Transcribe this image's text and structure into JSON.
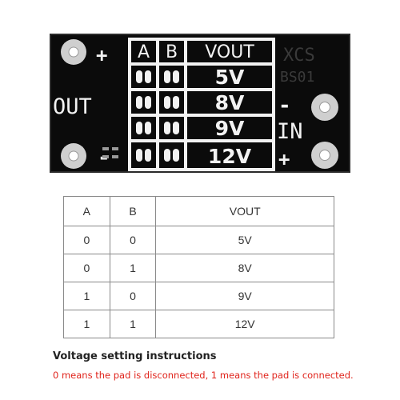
{
  "board": {
    "plus_top_left": "+",
    "minus_bottom_left": "-",
    "out_label": "OUT",
    "in_label": "IN",
    "minus_right": "-",
    "plus_right": "+",
    "brand_line1": "XCS",
    "brand_line2": "BS01",
    "grid_headers": [
      "A",
      "B",
      "VOUT"
    ],
    "grid_voltages": [
      "5V",
      "8V",
      "9V",
      "12V"
    ]
  },
  "table": {
    "headers": [
      "A",
      "B",
      "VOUT"
    ],
    "rows": [
      [
        "0",
        "0",
        "5V"
      ],
      [
        "0",
        "1",
        "8V"
      ],
      [
        "1",
        "0",
        "9V"
      ],
      [
        "1",
        "1",
        "12V"
      ]
    ]
  },
  "caption": {
    "title": "Voltage setting instructions",
    "note": "0 means the pad is disconnected, 1 means the pad is connected."
  },
  "colors": {
    "board": "#0a0a0a",
    "silkscreen": "#f2f2f2",
    "note_red": "#e0231b"
  }
}
